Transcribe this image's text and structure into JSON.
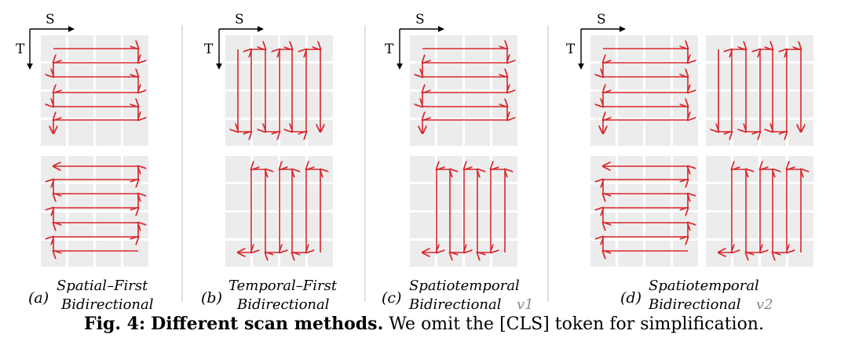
{
  "axes": {
    "space": "S",
    "time": "T"
  },
  "panels": [
    {
      "id": "a",
      "letter": "(a)",
      "line1": "Spatial–First",
      "line2": "Bidirectional",
      "version": ""
    },
    {
      "id": "b",
      "letter": "(b)",
      "line1": "Temporal–First",
      "line2": "Bidirectional",
      "version": ""
    },
    {
      "id": "c",
      "letter": "(c)",
      "line1": "Spatiotemporal",
      "line2": "Bidirectional",
      "version": "v1"
    },
    {
      "id": "d",
      "letter": "(d)",
      "line1": "Spatiotemporal",
      "line2": "Bidirectional",
      "version": "v2"
    }
  ],
  "caption": {
    "label": "Fig. 4:",
    "title": "Different scan methods.",
    "text": "We omit the [CLS] token for simplification."
  },
  "colors": {
    "arrow": "#d9262c",
    "cell": "#ececec",
    "separator": "#d6d6d6"
  }
}
